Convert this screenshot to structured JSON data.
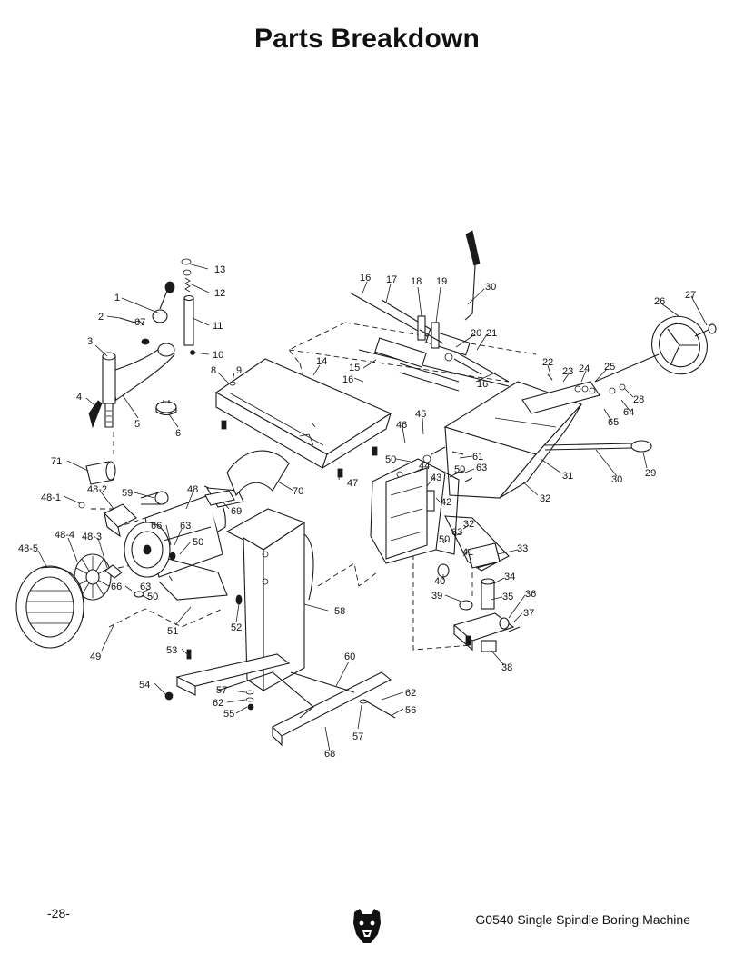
{
  "page": {
    "title": "Parts Breakdown",
    "page_number": "-28-",
    "model_line": "G0540 Single Spindle Boring Machine",
    "logo_icon": "bear-head-logo"
  },
  "callouts": [
    {
      "id": "c13",
      "label": "13"
    },
    {
      "id": "c12",
      "label": "12"
    },
    {
      "id": "c11",
      "label": "11"
    },
    {
      "id": "c10",
      "label": "10"
    },
    {
      "id": "c1",
      "label": "1"
    },
    {
      "id": "c2",
      "label": "2"
    },
    {
      "id": "c67",
      "label": "67"
    },
    {
      "id": "c3",
      "label": "3"
    },
    {
      "id": "c8",
      "label": "8"
    },
    {
      "id": "c9",
      "label": "9"
    },
    {
      "id": "c4",
      "label": "4"
    },
    {
      "id": "c5",
      "label": "5"
    },
    {
      "id": "c6",
      "label": "6"
    },
    {
      "id": "c14",
      "label": "14"
    },
    {
      "id": "c16a",
      "label": "16"
    },
    {
      "id": "c17",
      "label": "17"
    },
    {
      "id": "c18",
      "label": "18"
    },
    {
      "id": "c19",
      "label": "19"
    },
    {
      "id": "c30a",
      "label": "30"
    },
    {
      "id": "c20",
      "label": "20"
    },
    {
      "id": "c21",
      "label": "21"
    },
    {
      "id": "c15",
      "label": "15"
    },
    {
      "id": "c16b",
      "label": "16"
    },
    {
      "id": "c16c",
      "label": "16"
    },
    {
      "id": "c26",
      "label": "26"
    },
    {
      "id": "c27",
      "label": "27"
    },
    {
      "id": "c22",
      "label": "22"
    },
    {
      "id": "c23",
      "label": "23"
    },
    {
      "id": "c24",
      "label": "24"
    },
    {
      "id": "c25",
      "label": "25"
    },
    {
      "id": "c28",
      "label": "28"
    },
    {
      "id": "c65",
      "label": "65"
    },
    {
      "id": "c64",
      "label": "64"
    },
    {
      "id": "c45",
      "label": "45"
    },
    {
      "id": "c46",
      "label": "46"
    },
    {
      "id": "c50a",
      "label": "50"
    },
    {
      "id": "c61",
      "label": "61"
    },
    {
      "id": "c44",
      "label": "44"
    },
    {
      "id": "c50b",
      "label": "50"
    },
    {
      "id": "c63a",
      "label": "63"
    },
    {
      "id": "c43",
      "label": "43"
    },
    {
      "id": "c31",
      "label": "31"
    },
    {
      "id": "c30b",
      "label": "30"
    },
    {
      "id": "c29",
      "label": "29"
    },
    {
      "id": "c32a",
      "label": "32"
    },
    {
      "id": "c42",
      "label": "42"
    },
    {
      "id": "c32b",
      "label": "32"
    },
    {
      "id": "c63b",
      "label": "63"
    },
    {
      "id": "c50c",
      "label": "50"
    },
    {
      "id": "c41",
      "label": "41"
    },
    {
      "id": "c33",
      "label": "33"
    },
    {
      "id": "c40",
      "label": "40"
    },
    {
      "id": "c34",
      "label": "34"
    },
    {
      "id": "c39",
      "label": "39"
    },
    {
      "id": "c35",
      "label": "35"
    },
    {
      "id": "c36",
      "label": "36"
    },
    {
      "id": "c37",
      "label": "37"
    },
    {
      "id": "c38",
      "label": "38"
    },
    {
      "id": "c71",
      "label": "71"
    },
    {
      "id": "c48-1",
      "label": "48-1"
    },
    {
      "id": "c48-2",
      "label": "48-2"
    },
    {
      "id": "c59",
      "label": "59"
    },
    {
      "id": "c48",
      "label": "48"
    },
    {
      "id": "c69",
      "label": "69"
    },
    {
      "id": "c70",
      "label": "70"
    },
    {
      "id": "c47",
      "label": "47"
    },
    {
      "id": "c48-4",
      "label": "48-4"
    },
    {
      "id": "c48-3",
      "label": "48-3"
    },
    {
      "id": "c66a",
      "label": "66"
    },
    {
      "id": "c63c",
      "label": "63"
    },
    {
      "id": "c50d",
      "label": "50"
    },
    {
      "id": "c48-5",
      "label": "48-5"
    },
    {
      "id": "c66b",
      "label": "66"
    },
    {
      "id": "c63d",
      "label": "63"
    },
    {
      "id": "c50e",
      "label": "50"
    },
    {
      "id": "c58",
      "label": "58"
    },
    {
      "id": "c49",
      "label": "49"
    },
    {
      "id": "c51",
      "label": "51"
    },
    {
      "id": "c52",
      "label": "52"
    },
    {
      "id": "c53",
      "label": "53"
    },
    {
      "id": "c60",
      "label": "60"
    },
    {
      "id": "c54",
      "label": "54"
    },
    {
      "id": "c57a",
      "label": "57"
    },
    {
      "id": "c62a",
      "label": "62"
    },
    {
      "id": "c55",
      "label": "55"
    },
    {
      "id": "c62b",
      "label": "62"
    },
    {
      "id": "c56",
      "label": "56"
    },
    {
      "id": "c57b",
      "label": "57"
    },
    {
      "id": "c68",
      "label": "68"
    }
  ]
}
